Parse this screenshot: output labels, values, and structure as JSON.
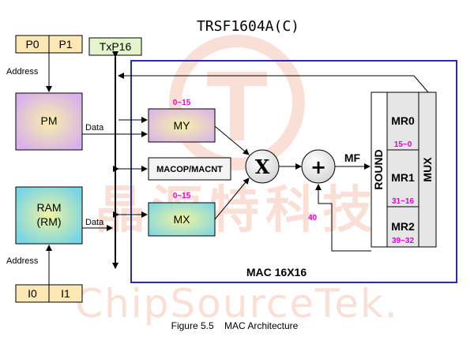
{
  "title": "TRSF1604A(C)",
  "watermark": {
    "cn": "晶源特科技",
    "en": "ChipSourceTek."
  },
  "ports": {
    "p0": "P0",
    "p1": "P1",
    "txp16": "TxP16",
    "i0": "I0",
    "i1": "I1"
  },
  "labels": {
    "address_top": "Address",
    "address_bottom": "Address",
    "data_pm": "Data",
    "data_ram": "Data"
  },
  "memory": {
    "pm": "PM",
    "ram_line1": "RAM",
    "ram_line2": "(RM)"
  },
  "mac": {
    "my": "MY",
    "mx": "MX",
    "macop": "MACOP/MACNT",
    "my_range": "0~15",
    "mx_range": "0~15",
    "multiply": "X",
    "add": "+",
    "mf": "MF",
    "round": "ROUND",
    "mux": "MUX",
    "mr0": "MR0",
    "mr1": "MR1",
    "mr2": "MR2",
    "mr0_range": "15~0",
    "mr1_range": "31~16",
    "mr2_range": "39~32",
    "feedback": "40",
    "box_label": "MAC 16X16"
  },
  "caption": "Figure 5.5    MAC Architecture",
  "colors": {
    "frame": "#2a2ab8",
    "port_fill": "#fde7b4",
    "tx_fill": "#e4f4cc",
    "pm_grad_center": "#f8f0a8",
    "pm_grad_edge": "#d8b0ec",
    "ram_grad_center": "#f0f4a0",
    "ram_grad_edge": "#78d4e6",
    "mr_fill": "#e6e6e6",
    "accent_magenta": "#e000d0",
    "watermark": "#f6c6b8"
  }
}
